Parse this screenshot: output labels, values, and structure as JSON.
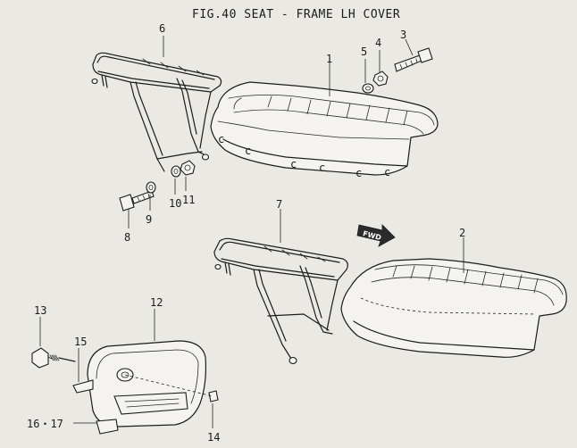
{
  "title": "FIG.40  SEAT - FRAME LH COVER",
  "fwd_label": "FWD",
  "callouts": {
    "p1": "1",
    "p2": "2",
    "p3": "3",
    "p4": "4",
    "p5": "5",
    "p6": "6",
    "p7": "7",
    "p8": "8",
    "p9": "9",
    "p10": "10",
    "p11": "11",
    "p12": "12",
    "p13": "13",
    "p14": "14",
    "p15": "15",
    "p16_17": "16・17"
  }
}
